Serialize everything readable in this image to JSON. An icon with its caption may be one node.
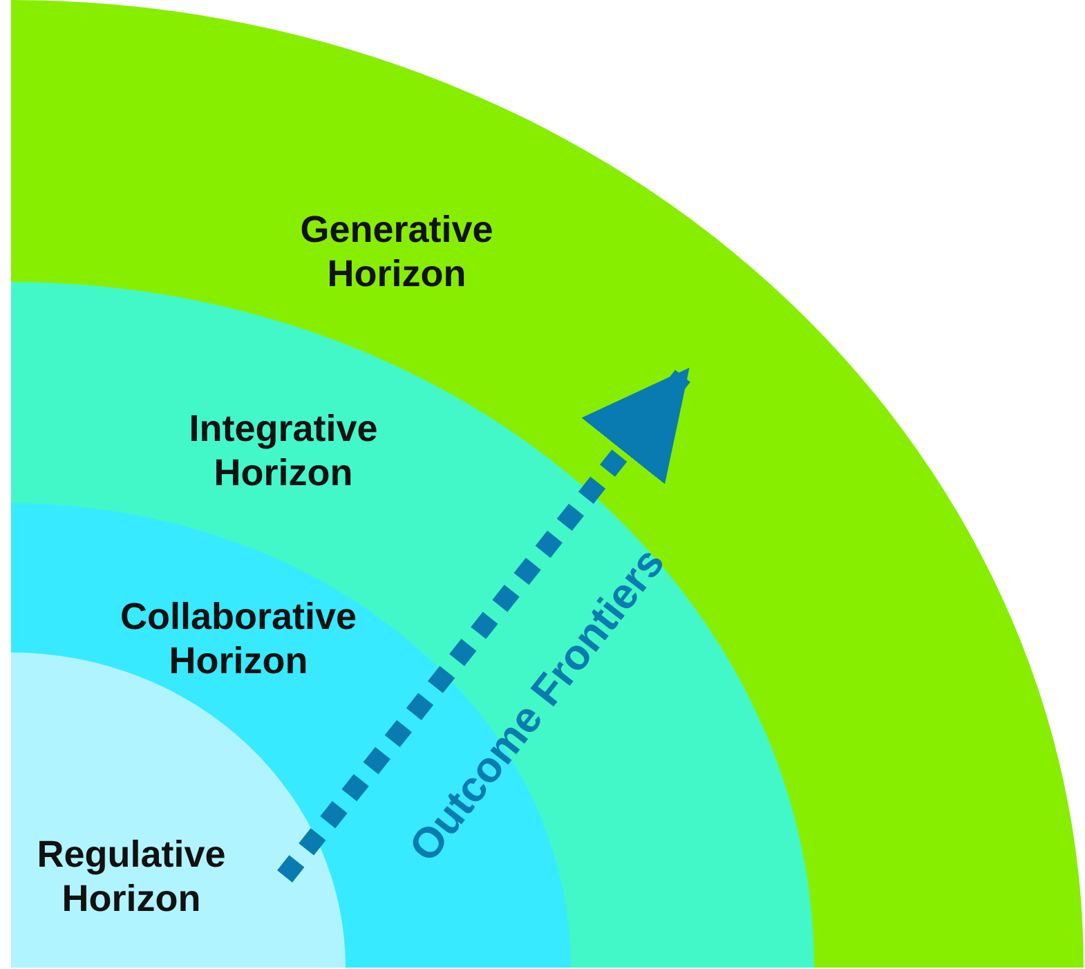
{
  "diagram": {
    "nodes": [
      {
        "text": [
          "Generative Horizon"
        ]
      },
      {
        "text": [
          "Integrative Horizon"
        ],
        "in": 0
      },
      {
        "text": [
          "Collaborative Horizon"
        ],
        "in": 1
      },
      {
        "text": [
          "Regulative Horizon"
        ],
        "in": 2
      }
    ],
    "edges": [
      {
        "from": 3,
        "to": 0,
        "arrow": "to",
        "style": "dashed",
        "label": "Outcome Frontiers"
      }
    ]
  }
}
